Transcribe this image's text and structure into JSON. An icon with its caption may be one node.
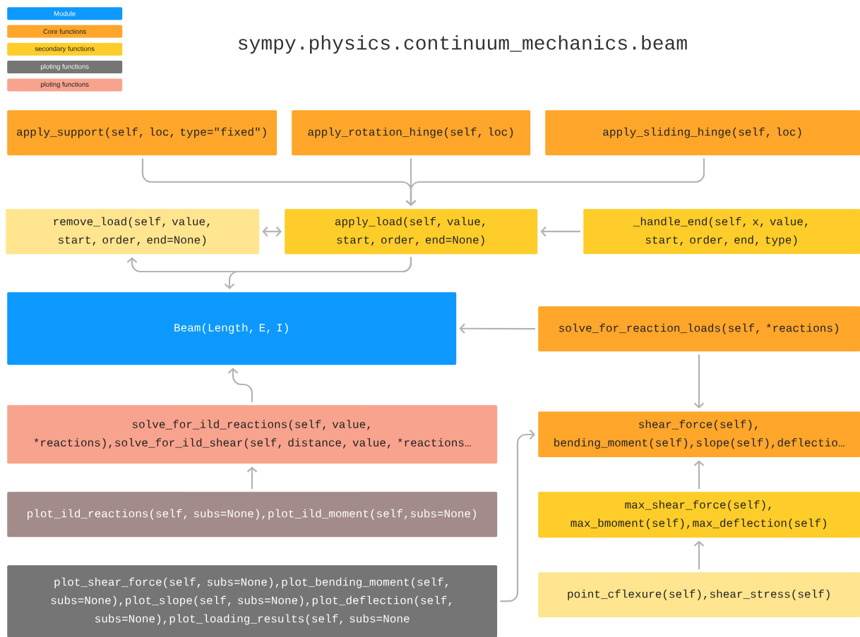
{
  "diagram": {
    "title": "sympy.physics.continuum_mechanics.beam",
    "nodes": [
      {
        "text": [
          "apply_support(self, loc, type=\"fixed\")"
        ]
      },
      {
        "text": [
          "apply_rotation_hinge(self, loc)"
        ]
      },
      {
        "text": [
          "apply_sliding_hinge(self, loc)"
        ]
      },
      {
        "text": [
          "remove_load(self, value, start, order, end=None)"
        ]
      },
      {
        "text": [
          "apply_load(self, value, start, order, end=None)"
        ]
      },
      {
        "text": [
          "_handle_end(self, x, value, start, order, end, type)"
        ]
      },
      {
        "text": [
          "Beam(Length, E, I)"
        ]
      },
      {
        "text": [
          "solve_for_reaction_loads(self, *reactions)"
        ]
      },
      {
        "text": [
          "solve_for_ild_reactions(self, value, *reactions),solve_for_ild_shear(self, distance, value, *reactions…"
        ]
      },
      {
        "text": [
          "plot_ild_reactions(self, subs=None),plot_ild_moment(self,subs=None)"
        ]
      },
      {
        "text": [
          "plot_shear_force(self, subs=None),plot_bending_moment(self, subs=None),plot_slope(self, subs=None),plot_deflection(self, subs=None),plot_loading_results(self, subs=None"
        ]
      },
      {
        "text": [
          "shear_force(self), bending_moment(self),slope(self),deflectio…"
        ]
      },
      {
        "text": [
          "max_shear_force(self), max_bmoment(self),max_deflection(self)"
        ]
      },
      {
        "text": [
          "point_cflexure(self),shear_stress(self)"
        ]
      }
    ],
    "edges": [
      {
        "from": 0,
        "to": 4,
        "arrow": "to"
      },
      {
        "from": 1,
        "to": 4,
        "arrow": "to"
      },
      {
        "from": 2,
        "to": 4,
        "arrow": "to"
      },
      {
        "from": 3,
        "to": 4,
        "arrow": "both"
      },
      {
        "from": 5,
        "to": 4,
        "arrow": "to"
      },
      {
        "from": 4,
        "to": 3,
        "arrow": "to"
      },
      {
        "from": 4,
        "to": 6,
        "arrow": "to"
      },
      {
        "from": 7,
        "to": 6,
        "arrow": "to"
      },
      {
        "from": 7,
        "to": 11,
        "arrow": "to"
      },
      {
        "from": 8,
        "to": 6,
        "arrow": "to"
      },
      {
        "from": 9,
        "to": 8,
        "arrow": "to"
      },
      {
        "from": 10,
        "to": 11,
        "arrow": "to"
      },
      {
        "from": 12,
        "to": 11,
        "arrow": "to"
      },
      {
        "from": 13,
        "to": 12,
        "arrow": "to"
      }
    ],
    "legend": [
      {
        "text": "Module",
        "color": "#0d99ff"
      },
      {
        "text": "Core functions",
        "color": "#ffa62b"
      },
      {
        "text": "secondary functions",
        "color": "#ffcd29"
      },
      {
        "text": "ploting functions",
        "color": "#757575"
      },
      {
        "text": "ploting functions",
        "color": "#f8a38e"
      }
    ]
  }
}
